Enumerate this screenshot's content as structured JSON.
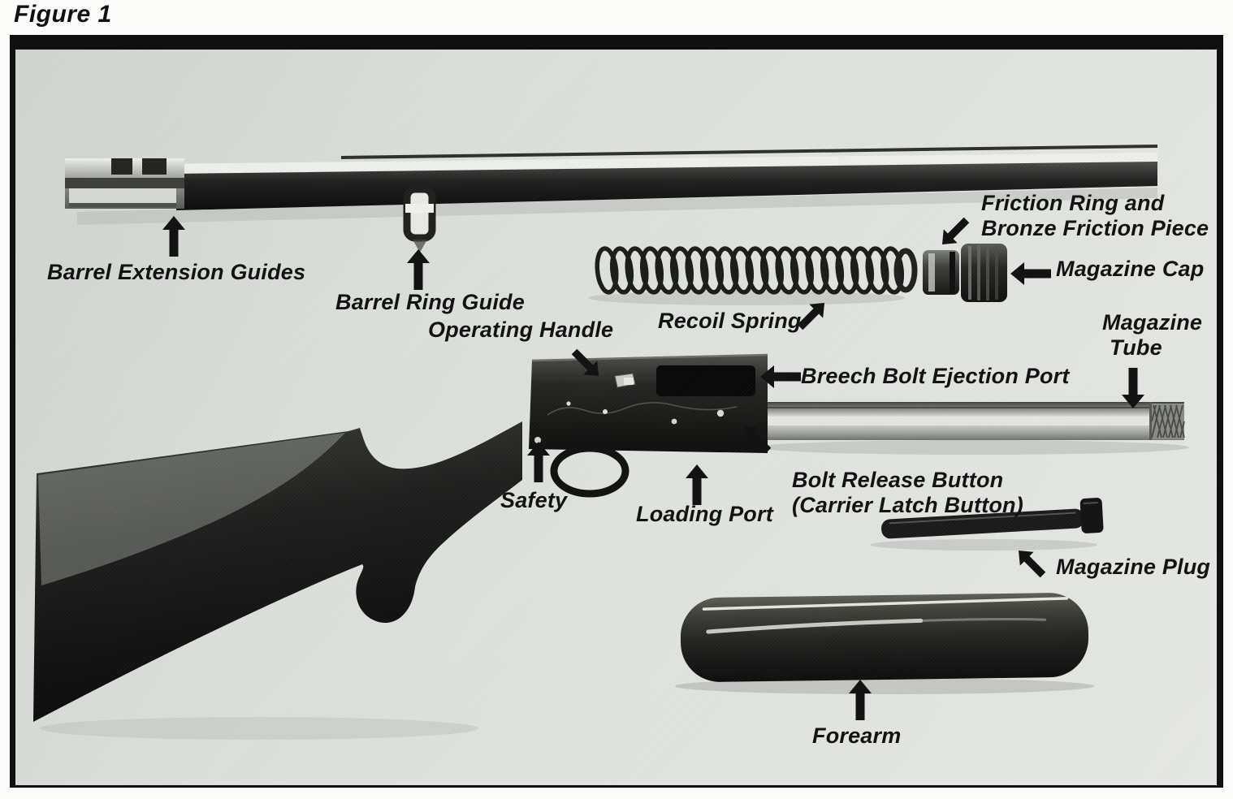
{
  "figure_title": "Figure 1",
  "labels": {
    "barrel_extension_guides": {
      "text": "Barrel Extension Guides",
      "arrow_direction": "up"
    },
    "barrel_ring_guide": {
      "text": "Barrel Ring Guide",
      "arrow_direction": "up"
    },
    "friction_ring": {
      "line1": "Friction Ring and",
      "line2": "Bronze Friction Piece",
      "arrow_direction": "down-left"
    },
    "magazine_cap": {
      "text": "Magazine Cap",
      "arrow_direction": "left"
    },
    "recoil_spring": {
      "text": "Recoil Spring",
      "arrow_direction": "up-right"
    },
    "operating_handle": {
      "text": "Operating Handle",
      "arrow_direction": "down-right"
    },
    "breech_bolt_ejection_port": {
      "text": "Breech Bolt Ejection Port",
      "arrow_direction": "left"
    },
    "magazine_tube": {
      "line1": "Magazine",
      "line2": "Tube",
      "arrow_direction": "down"
    },
    "safety": {
      "text": "Safety",
      "arrow_direction": "up"
    },
    "loading_port": {
      "text": "Loading Port",
      "arrow_direction": "up"
    },
    "bolt_release_button": {
      "line1": "Bolt Release Button",
      "line2": "(Carrier Latch Button)",
      "arrow_direction": "up-left"
    },
    "magazine_plug": {
      "text": "Magazine Plug",
      "arrow_direction": "up-left"
    },
    "forearm": {
      "text": "Forearm",
      "arrow_direction": "up"
    }
  },
  "colors": {
    "label_text": "#131313",
    "arrow": "#131313",
    "frame": "#101010",
    "photo_background": "#dde1db",
    "page_background": "#fbfbf9"
  }
}
